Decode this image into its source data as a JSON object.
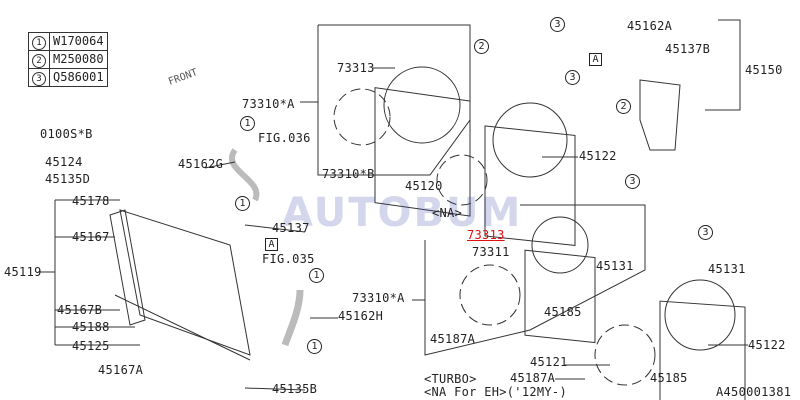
{
  "legend": [
    {
      "num": "1",
      "part": "W170064"
    },
    {
      "num": "2",
      "part": "M250080"
    },
    {
      "num": "3",
      "part": "Q586001"
    }
  ],
  "front_label": "FRONT",
  "watermark": "AUTOBUM",
  "labels": [
    "73313",
    "73310*A",
    "73310*B",
    "45162A",
    "45137B",
    "45150",
    "45122",
    "45120",
    "<NA>",
    "73313",
    "73311",
    "45131",
    "45131",
    "73310*A",
    "45185",
    "45187A",
    "45121",
    "45187A",
    "<TURBO>",
    "<NA For EH>('12MY-)",
    "45185",
    "45122",
    "A450001381",
    "0100S*B",
    "45124",
    "45135D",
    "45178",
    "45167",
    "45119",
    "45167B",
    "45188",
    "45125",
    "45167A",
    "45135B",
    "45162G",
    "FIG.036",
    "45137",
    "FIG.035",
    "45162H"
  ],
  "callouts": [
    "3",
    "2",
    "3",
    "2",
    "3",
    "3",
    "1",
    "1",
    "1",
    "1"
  ],
  "ref_boxes": [
    "A",
    "A"
  ],
  "highlight_color": "#e01010"
}
